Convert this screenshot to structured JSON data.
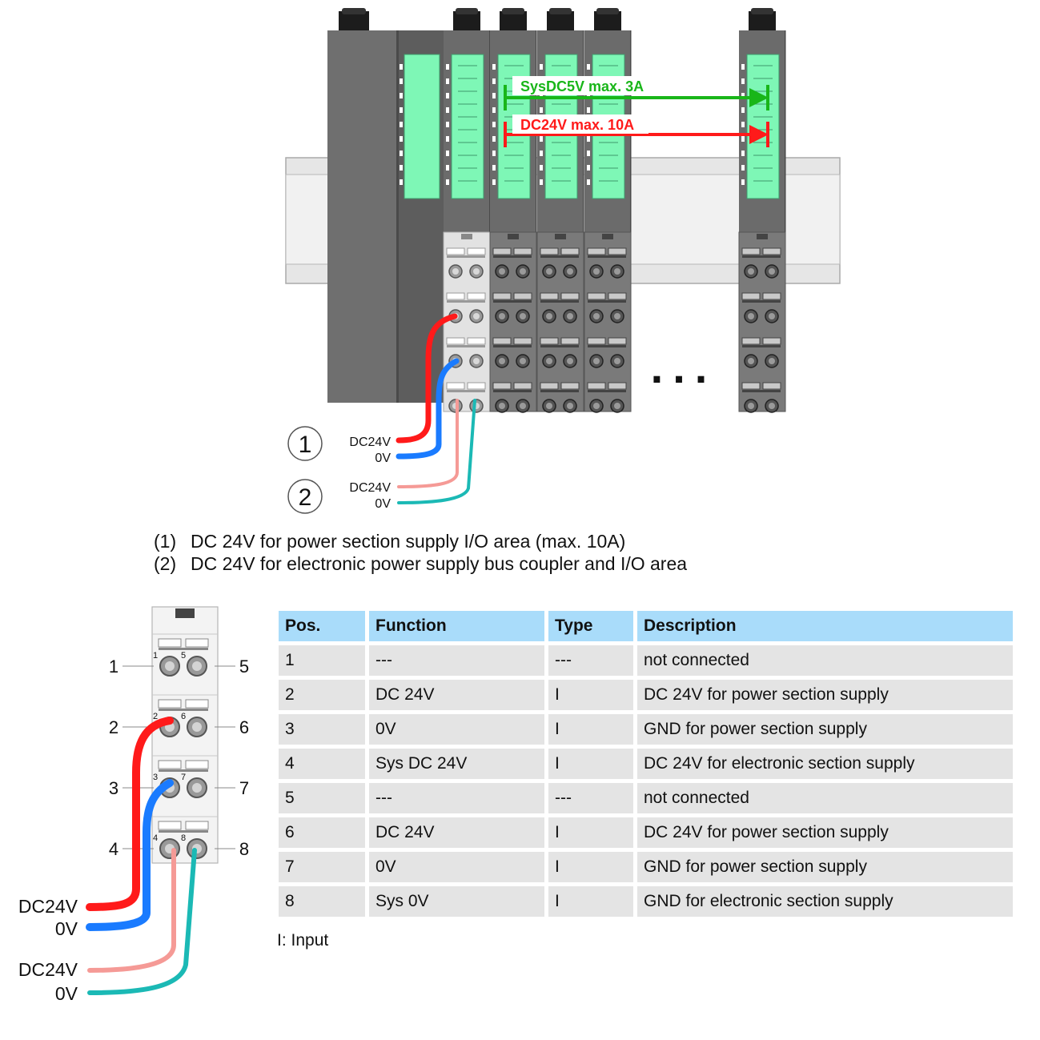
{
  "top_diagram": {
    "bus_labels": {
      "sysdc": "SysDC5V max. 3A",
      "dc24": "DC24V max. 10A"
    },
    "ellipsis": "...",
    "markers": [
      "1",
      "2"
    ],
    "wire_labels": [
      {
        "dc": "DC24V",
        "zero": "0V"
      },
      {
        "dc": "DC24V",
        "zero": "0V"
      }
    ],
    "colors": {
      "red": "#ff1a1a",
      "blue": "#1a7bff",
      "pink": "#f59a96",
      "teal": "#1bb9b5",
      "green_bus": "#19b619",
      "module_green": "#7ef7b6",
      "housing": "#6b6b6b"
    }
  },
  "captions": [
    {
      "num": "(1)",
      "text": "DC 24V for power section supply I/O area (max. 10A)"
    },
    {
      "num": "(2)",
      "text": "DC 24V for electronic power supply bus coupler and I/O area"
    }
  ],
  "terminal": {
    "left_numbers": [
      "1",
      "2",
      "3",
      "4"
    ],
    "right_numbers": [
      "5",
      "6",
      "7",
      "8"
    ],
    "small_numbers": [
      "1",
      "5",
      "2",
      "6",
      "3",
      "7",
      "4",
      "8"
    ],
    "wire_labels": [
      "DC24V",
      "0V",
      "DC24V",
      "0V"
    ]
  },
  "table": {
    "headers": [
      "Pos.",
      "Function",
      "Type",
      "Description"
    ],
    "rows": [
      [
        "1",
        "---",
        "---",
        "not connected"
      ],
      [
        "2",
        "DC 24V",
        "I",
        "DC 24V for power section supply"
      ],
      [
        "3",
        "0V",
        "I",
        "GND for power section supply"
      ],
      [
        "4",
        "Sys DC 24V",
        "I",
        "DC 24V for electronic section supply"
      ],
      [
        "5",
        "---",
        "---",
        "not connected"
      ],
      [
        "6",
        "DC 24V",
        "I",
        "DC 24V for power section supply"
      ],
      [
        "7",
        "0V",
        "I",
        "GND for power section supply"
      ],
      [
        "8",
        "Sys 0V",
        "I",
        "GND for electronic section supply"
      ]
    ]
  },
  "footnote": "I: Input"
}
